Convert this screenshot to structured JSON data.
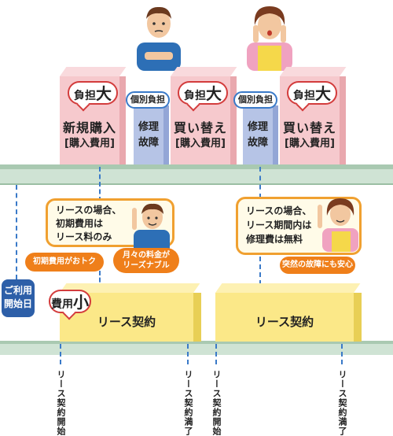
{
  "burden_bubble": {
    "prefix": "負担",
    "big": "大"
  },
  "repair_tag": "個別負担",
  "cost_boxes": [
    {
      "title": "新規購入",
      "subtitle": "[購入費用]"
    },
    {
      "title": "買い替え",
      "subtitle": "[購入費用]"
    },
    {
      "title": "買い替え",
      "subtitle": "[購入費用]"
    }
  ],
  "repair_boxes": [
    {
      "line1": "修理",
      "line2": "故障"
    },
    {
      "line1": "修理",
      "line2": "故障"
    }
  ],
  "callout_left": {
    "lines": [
      "リースの場合、",
      "初期費用は",
      "リース料のみ"
    ],
    "badge1": "初期費用がおトク",
    "badge2_line1": "月々の料金が",
    "badge2_line2": "リーズナブル"
  },
  "callout_right": {
    "lines": [
      "リースの場合、",
      "リース期間内は",
      "修理費は無料"
    ],
    "badge": "突然の故障にも安心"
  },
  "cost_small_bubble": {
    "prefix": "費用",
    "big": "小"
  },
  "lease_boxes": [
    "リース契約",
    "リース契約"
  ],
  "start_label": {
    "line1": "ご利用",
    "line2": "開始日"
  },
  "timeline_labels": [
    "リース契約開始",
    "リース契約満了",
    "リース契約開始",
    "リース契約満了"
  ],
  "colors": {
    "pink": "#f6c9cd",
    "blue": "#b6c4e6",
    "yellow": "#fbe888",
    "shelf": "#cfe3d4",
    "orange": "#ef7f1a",
    "navy": "#2d5fa8"
  }
}
